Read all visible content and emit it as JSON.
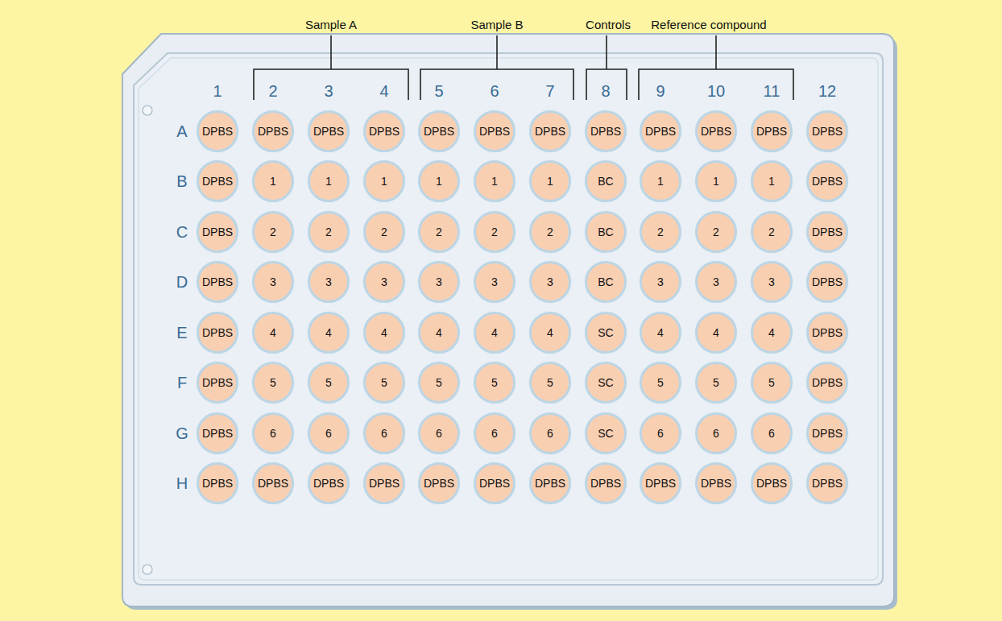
{
  "diagram": {
    "nodes": [
      {
        "text": [
          "DPBS"
        ]
      },
      {
        "text": [
          "DPBS"
        ]
      },
      {
        "text": [
          "DPBS"
        ]
      },
      {
        "text": [
          "DPBS"
        ]
      },
      {
        "text": [
          "DPBS"
        ]
      },
      {
        "text": [
          "DPBS"
        ]
      },
      {
        "text": [
          "DPBS"
        ]
      },
      {
        "text": [
          "DPBS"
        ]
      },
      {
        "text": [
          "DPBS"
        ]
      },
      {
        "text": [
          "DPBS"
        ]
      },
      {
        "text": [
          "DPBS"
        ]
      },
      {
        "text": [
          "DPBS"
        ]
      },
      {
        "text": [
          "DPBS"
        ]
      },
      {
        "text": [
          "1"
        ]
      },
      {
        "text": [
          "1"
        ]
      },
      {
        "text": [
          "1"
        ]
      },
      {
        "text": [
          "1"
        ]
      },
      {
        "text": [
          "1"
        ]
      },
      {
        "text": [
          "1"
        ]
      },
      {
        "text": [
          "BC"
        ]
      },
      {
        "text": [
          "1"
        ]
      },
      {
        "text": [
          "1"
        ]
      },
      {
        "text": [
          "1"
        ]
      },
      {
        "text": [
          "DPBS"
        ]
      },
      {
        "text": [
          "DPBS"
        ]
      },
      {
        "text": [
          "2"
        ]
      },
      {
        "text": [
          "2"
        ]
      },
      {
        "text": [
          "2"
        ]
      },
      {
        "text": [
          "2"
        ]
      },
      {
        "text": [
          "2"
        ]
      },
      {
        "text": [
          "2"
        ]
      },
      {
        "text": [
          "BC"
        ]
      },
      {
        "text": [
          "2"
        ]
      },
      {
        "text": [
          "2"
        ]
      },
      {
        "text": [
          "2"
        ]
      },
      {
        "text": [
          "DPBS"
        ]
      },
      {
        "text": [
          "DPBS"
        ]
      },
      {
        "text": [
          "3"
        ]
      },
      {
        "text": [
          "3"
        ]
      },
      {
        "text": [
          "3"
        ]
      },
      {
        "text": [
          "3"
        ]
      },
      {
        "text": [
          "3"
        ]
      },
      {
        "text": [
          "3"
        ]
      },
      {
        "text": [
          "BC"
        ]
      },
      {
        "text": [
          "3"
        ]
      },
      {
        "text": [
          "3"
        ]
      },
      {
        "text": [
          "3"
        ]
      },
      {
        "text": [
          "DPBS"
        ]
      },
      {
        "text": [
          "DPBS"
        ]
      },
      {
        "text": [
          "4"
        ]
      },
      {
        "text": [
          "4"
        ]
      },
      {
        "text": [
          "4"
        ]
      },
      {
        "text": [
          "4"
        ]
      },
      {
        "text": [
          "4"
        ]
      },
      {
        "text": [
          "4"
        ]
      },
      {
        "text": [
          "SC"
        ]
      },
      {
        "text": [
          "4"
        ]
      },
      {
        "text": [
          "4"
        ]
      },
      {
        "text": [
          "4"
        ]
      },
      {
        "text": [
          "DPBS"
        ]
      },
      {
        "text": [
          "DPBS"
        ]
      },
      {
        "text": [
          "5"
        ]
      },
      {
        "text": [
          "5"
        ]
      },
      {
        "text": [
          "5"
        ]
      },
      {
        "text": [
          "5"
        ]
      },
      {
        "text": [
          "5"
        ]
      },
      {
        "text": [
          "5"
        ]
      },
      {
        "text": [
          "SC"
        ]
      },
      {
        "text": [
          "5"
        ]
      },
      {
        "text": [
          "5"
        ]
      },
      {
        "text": [
          "5"
        ]
      },
      {
        "text": [
          "DPBS"
        ]
      },
      {
        "text": [
          "DPBS"
        ]
      },
      {
        "text": [
          "6"
        ]
      },
      {
        "text": [
          "6"
        ]
      },
      {
        "text": [
          "6"
        ]
      },
      {
        "text": [
          "6"
        ]
      },
      {
        "text": [
          "6"
        ]
      },
      {
        "text": [
          "6"
        ]
      },
      {
        "text": [
          "SC"
        ]
      },
      {
        "text": [
          "6"
        ]
      },
      {
        "text": [
          "6"
        ]
      },
      {
        "text": [
          "6"
        ]
      },
      {
        "text": [
          "DPBS"
        ]
      },
      {
        "text": [
          "DPBS"
        ]
      },
      {
        "text": [
          "DPBS"
        ]
      },
      {
        "text": [
          "DPBS"
        ]
      },
      {
        "text": [
          "DPBS"
        ]
      },
      {
        "text": [
          "DPBS"
        ]
      },
      {
        "text": [
          "DPBS"
        ]
      },
      {
        "text": [
          "DPBS"
        ]
      },
      {
        "text": [
          "DPBS"
        ]
      },
      {
        "text": [
          "DPBS"
        ]
      },
      {
        "text": [
          "DPBS"
        ]
      },
      {
        "text": [
          "DPBS"
        ]
      },
      {
        "text": [
          "DPBS"
        ]
      }
    ],
    "labels": [
      "Sample A",
      "Sample B",
      "Controls",
      "Reference compound",
      "1",
      "2",
      "3",
      "4",
      "5",
      "6",
      "7",
      "8",
      "9",
      "10",
      "11",
      "12",
      "A",
      "B",
      "C",
      "D",
      "E",
      "F",
      "G",
      "H"
    ]
  }
}
